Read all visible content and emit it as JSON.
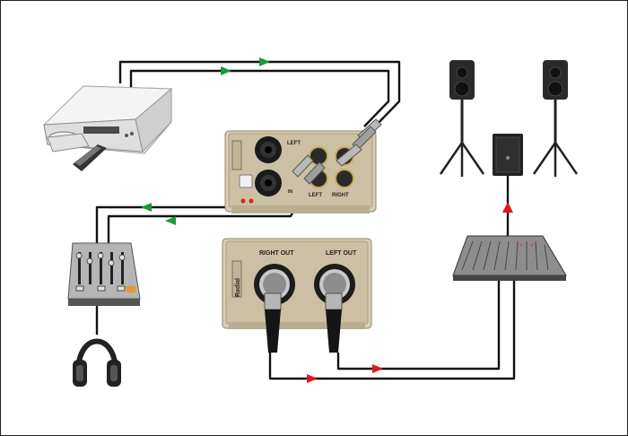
{
  "colors": {
    "cable": "#111111",
    "arrow_input": "#1a9a3a",
    "arrow_output": "#e01818",
    "box_body": "#d7cdb3",
    "box_face": "#c8bd9f",
    "background": "#ffffff"
  },
  "front_unit": {
    "labels": {
      "left": "LEFT",
      "right": "RIGHT",
      "left_bottom": "LEFT",
      "in": "IN"
    }
  },
  "rear_unit": {
    "labels": {
      "right_out": "RIGHT OUT",
      "left_out": "LEFT OUT",
      "brand": "Radial"
    }
  },
  "devices": {
    "cd_player": "cd-player-icon",
    "mixer": "dj-mixer-icon",
    "headphones": "headphones-icon",
    "console": "mixing-console-icon",
    "speaker_left": "pa-speaker-icon",
    "speaker_right": "pa-speaker-icon",
    "subwoofer": "subwoofer-icon"
  }
}
